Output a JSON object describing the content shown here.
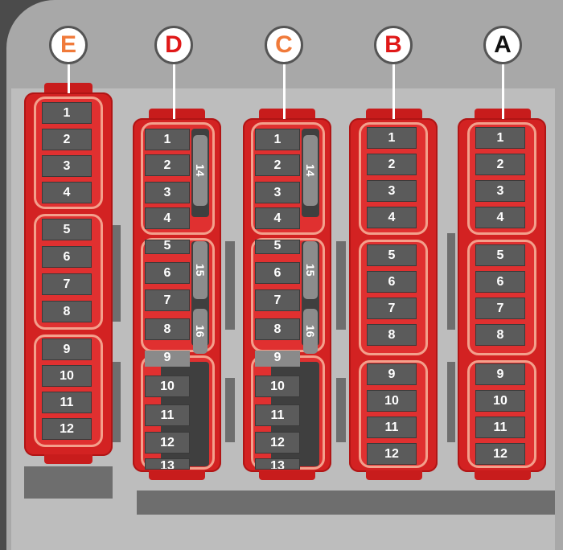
{
  "blocks": [
    {
      "label": "E",
      "color": "#f07a3a"
    },
    {
      "label": "D",
      "color": "#e01818"
    },
    {
      "label": "C",
      "color": "#f07a3a"
    },
    {
      "label": "B",
      "color": "#e01818"
    },
    {
      "label": "A",
      "color": "#111111"
    }
  ],
  "fuses": [
    "1",
    "2",
    "3",
    "4",
    "5",
    "6",
    "7",
    "8",
    "9",
    "10",
    "11",
    "12"
  ],
  "partial_fuses": {
    "five": "5",
    "nine": "9",
    "thirteen": "13"
  },
  "relays": [
    "14",
    "15",
    "16"
  ]
}
